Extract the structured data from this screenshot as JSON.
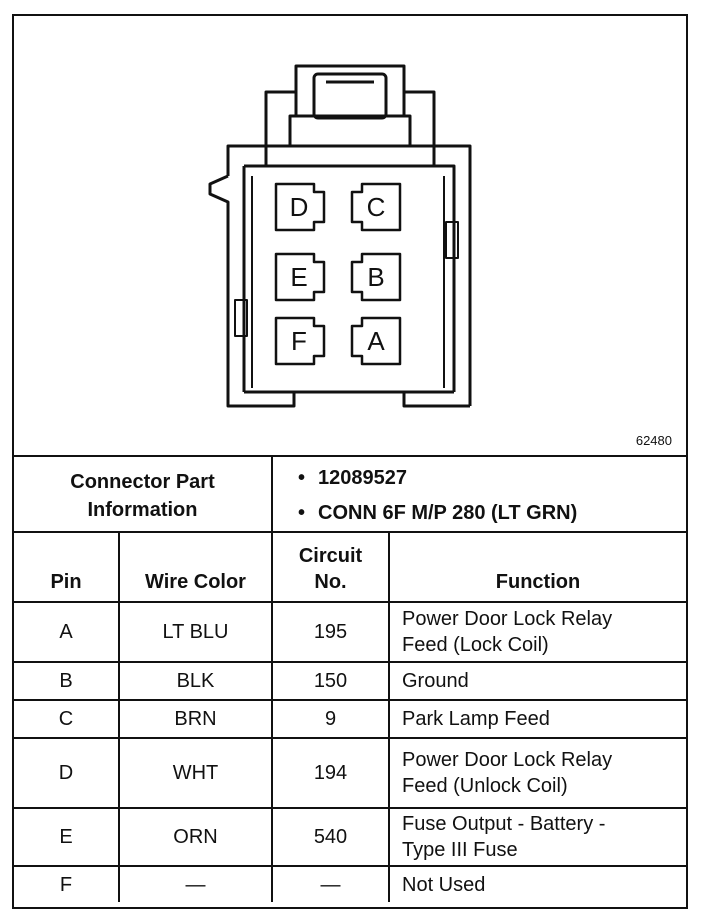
{
  "figure": {
    "id": "62480",
    "cavities": [
      "D",
      "C",
      "E",
      "B",
      "F",
      "A"
    ]
  },
  "connector_info": {
    "label_line1": "Connector Part",
    "label_line2": "Information",
    "items": [
      "12089527",
      "CONN 6F M/P 280 (LT GRN)"
    ]
  },
  "table": {
    "headers": {
      "pin": "Pin",
      "wire_color": "Wire Color",
      "circuit_line1": "Circuit",
      "circuit_line2": "No.",
      "function": "Function"
    },
    "rows": [
      {
        "pin": "A",
        "wire": "LT BLU",
        "circuit": "195",
        "function_line1": "Power Door Lock Relay",
        "function_line2": "Feed (Lock Coil)"
      },
      {
        "pin": "B",
        "wire": "BLK",
        "circuit": "150",
        "function_line1": "Ground",
        "function_line2": ""
      },
      {
        "pin": "C",
        "wire": "BRN",
        "circuit": "9",
        "function_line1": "Park Lamp Feed",
        "function_line2": ""
      },
      {
        "pin": "D",
        "wire": "WHT",
        "circuit": "194",
        "function_line1": "Power Door Lock Relay",
        "function_line2": "Feed (Unlock Coil)"
      },
      {
        "pin": "E",
        "wire": "ORN",
        "circuit": "540",
        "function_line1": "Fuse Output - Battery -",
        "function_line2": "Type III Fuse"
      },
      {
        "pin": "F",
        "wire": "—",
        "circuit": "—",
        "function_line1": "Not Used",
        "function_line2": ""
      }
    ]
  }
}
